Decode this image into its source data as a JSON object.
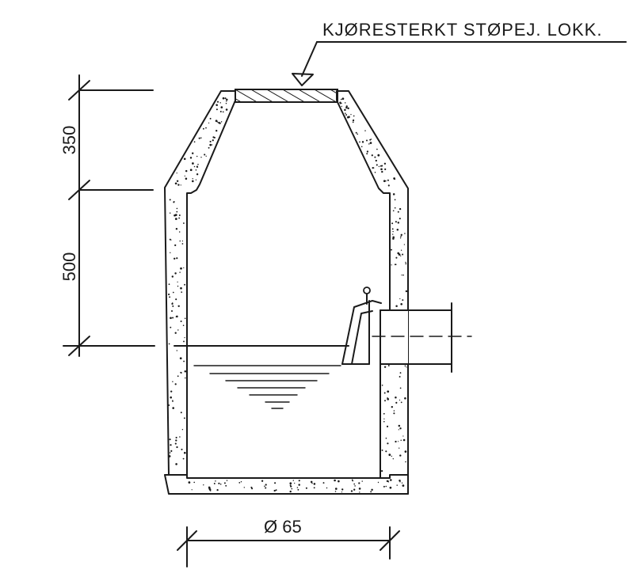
{
  "labels": {
    "cover_callout": "KJØRESTERKT STØPEJ. LOKK.",
    "dim_top": "350",
    "dim_middle": "500",
    "dim_diameter": "Ø 65"
  },
  "colors": {
    "ink": "#1a1a1a",
    "background": "#ffffff"
  }
}
